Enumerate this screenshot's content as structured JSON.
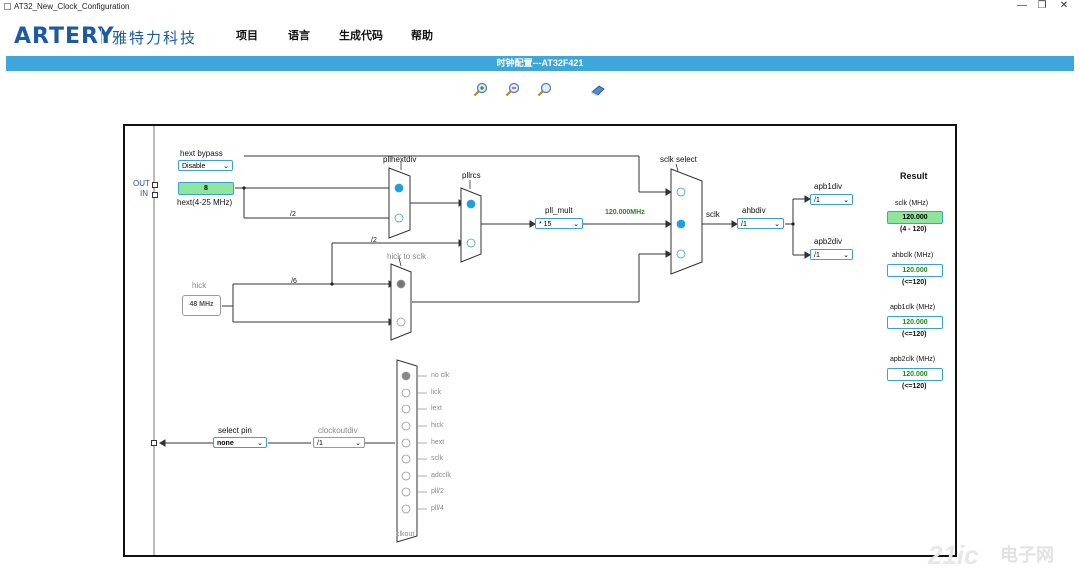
{
  "window": {
    "title": "AT32_New_Clock_Configuration",
    "minimize": "—",
    "restore": "❐",
    "close": "✕"
  },
  "brand": {
    "logo_text": "ARTERY",
    "company_cn": "雅特力科技"
  },
  "menu": [
    "项目",
    "语言",
    "生成代码",
    "帮助"
  ],
  "banner": "时钟配置---AT32F421",
  "toolbar": {
    "icons": [
      "zoom-in-icon",
      "zoom-out-icon",
      "zoom-fit-icon",
      "eraser-icon"
    ]
  },
  "diagram": {
    "hext_bypass_label": "hext bypass",
    "hext_bypass_value": "Disable",
    "out_label": "OUT",
    "in_label": "IN",
    "hext_value": "8",
    "hext_range": "hext(4-25 MHz)",
    "pllhextdiv_label": "pllhextdiv",
    "pllrcs_label": "pllrcs",
    "div2_a": "/2",
    "div2_b": "/2",
    "div6": "/6",
    "hick_label": "hick",
    "hick_freq": "48 MHz",
    "hick_to_sclk": "hick to sclk",
    "pll_mult_label": "pll_mult",
    "pll_mult_value": "* 15",
    "pll_freq": "120.000MHz",
    "sclk_select_label": "sclk select",
    "sclk_label": "sclk",
    "ahbdiv_label": "ahbdiv",
    "ahbdiv_value": "/1",
    "apb1div_label": "apb1div",
    "apb1div_value": "/1",
    "apb2div_label": "apb2div",
    "apb2div_value": "/1",
    "select_pin_label": "select pin",
    "select_pin_value": "none",
    "clockoutdiv_label": "clockoutdiv",
    "clockoutdiv_value": "/1",
    "clkout_label": "clkout",
    "clkout_options": [
      "no clk",
      "lick",
      "lext",
      "hick",
      "hext",
      "sclk",
      "adcclk",
      "pll/2",
      "pll/4"
    ]
  },
  "result": {
    "title": "Result",
    "items": [
      {
        "label": "sclk (MHz)",
        "value": "120.000",
        "range": "(4 - 120)"
      },
      {
        "label": "ahbclk (MHz)",
        "value": "120.000",
        "range": "(<=120)"
      },
      {
        "label": "apb1clk (MHz)",
        "value": "120.000",
        "range": "(<=120)"
      },
      {
        "label": "apb2clk (MHz)",
        "value": "120.000",
        "range": "(<=120)"
      }
    ]
  },
  "watermark": {
    "mark": "21ic",
    "cn": "电子网"
  },
  "colors": {
    "accent": "#3fa6dc",
    "active_dot": "#1ea0dc",
    "green_box": "#8fe59a",
    "green_text": "#1c8a1c"
  }
}
